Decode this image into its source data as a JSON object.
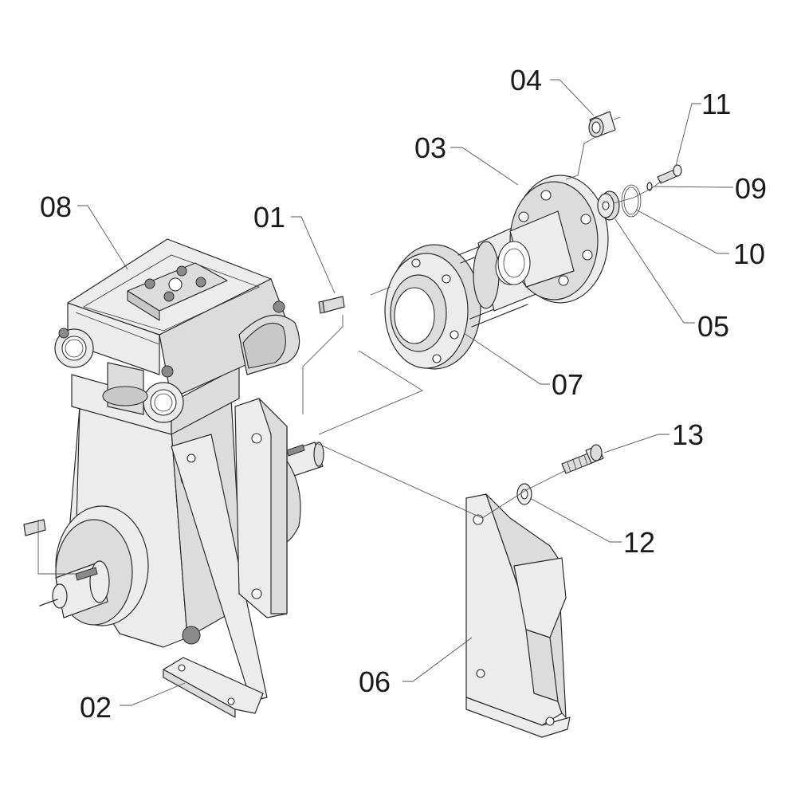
{
  "diagram": {
    "callouts": [
      {
        "id": "c01",
        "text": "01"
      },
      {
        "id": "c02",
        "text": "02"
      },
      {
        "id": "c03",
        "text": "03"
      },
      {
        "id": "c04",
        "text": "04"
      },
      {
        "id": "c05",
        "text": "05"
      },
      {
        "id": "c06",
        "text": "06"
      },
      {
        "id": "c07",
        "text": "07"
      },
      {
        "id": "c08",
        "text": "08"
      },
      {
        "id": "c09",
        "text": "09"
      },
      {
        "id": "c10",
        "text": "10"
      },
      {
        "id": "c11",
        "text": "11"
      },
      {
        "id": "c12",
        "text": "12"
      },
      {
        "id": "c13",
        "text": "13"
      }
    ]
  }
}
